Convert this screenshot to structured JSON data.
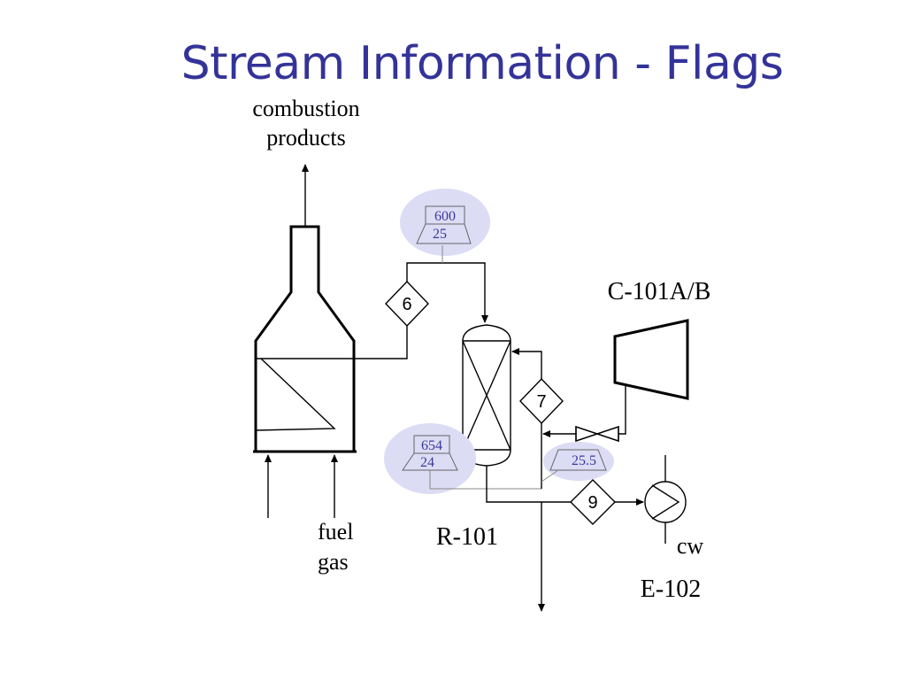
{
  "title": "Stream Information - Flags",
  "labels": {
    "combustion_line1": "combustion",
    "combustion_line2": "products",
    "fuel_line1": "fuel",
    "fuel_line2": "gas",
    "reactor": "R-101",
    "compressor": "C-101A/B",
    "exchanger": "E-102",
    "cooling_water": "cw"
  },
  "streams": [
    {
      "id": "6",
      "flag_temp": "600",
      "flag_pressure": "25"
    },
    {
      "id": "7",
      "flag_temp": "654",
      "flag_pressure": "24"
    },
    {
      "id": "9",
      "flag_pressure": "25.5"
    }
  ],
  "colors": {
    "title": "#333399",
    "flag_highlight": "#dcdcf5",
    "flag_text": "#3a3a9a"
  }
}
